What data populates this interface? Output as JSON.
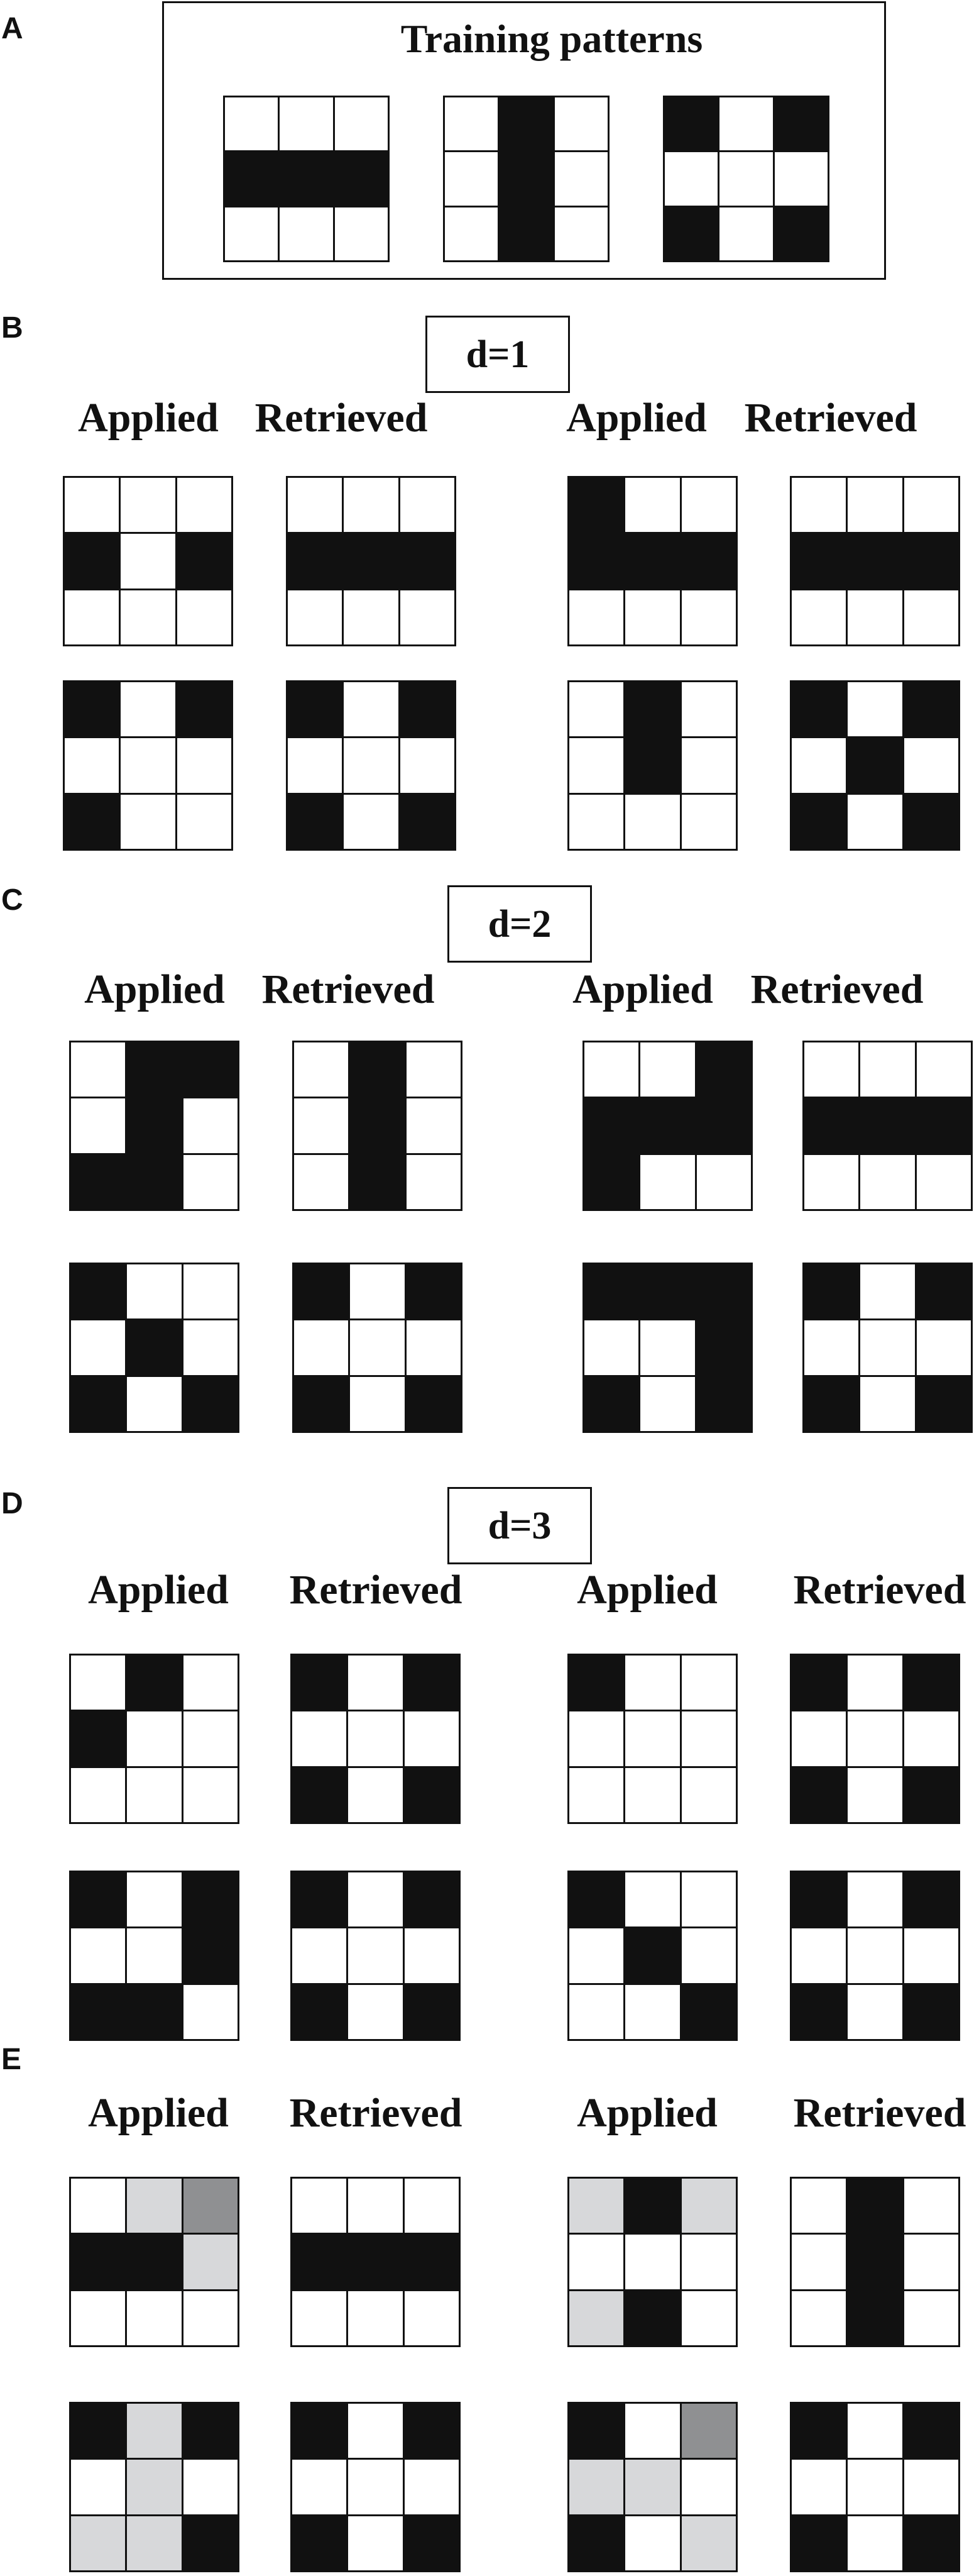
{
  "panels": {
    "A": {
      "label": "A",
      "title": "Training patterns",
      "patterns": [
        [
          "W",
          "W",
          "W",
          "B",
          "B",
          "B",
          "W",
          "W",
          "W"
        ],
        [
          "W",
          "B",
          "W",
          "W",
          "B",
          "W",
          "W",
          "B",
          "W"
        ],
        [
          "B",
          "W",
          "B",
          "W",
          "W",
          "W",
          "B",
          "W",
          "B"
        ]
      ]
    },
    "B": {
      "label": "B",
      "distance": "d=1",
      "headers": [
        "Applied",
        "Retrieved",
        "Applied",
        "Retrieved"
      ],
      "rows": [
        [
          [
            "W",
            "W",
            "W",
            "B",
            "W",
            "B",
            "W",
            "W",
            "W"
          ],
          [
            "W",
            "W",
            "W",
            "B",
            "B",
            "B",
            "W",
            "W",
            "W"
          ],
          [
            "B",
            "W",
            "W",
            "B",
            "B",
            "B",
            "W",
            "W",
            "W"
          ],
          [
            "W",
            "W",
            "W",
            "B",
            "B",
            "B",
            "W",
            "W",
            "W"
          ]
        ],
        [
          [
            "B",
            "W",
            "B",
            "W",
            "W",
            "W",
            "B",
            "W",
            "W"
          ],
          [
            "B",
            "W",
            "B",
            "W",
            "W",
            "W",
            "B",
            "W",
            "B"
          ],
          [
            "W",
            "B",
            "W",
            "W",
            "B",
            "W",
            "W",
            "W",
            "W"
          ],
          [
            "B",
            "W",
            "B",
            "W",
            "B",
            "W",
            "B",
            "W",
            "B"
          ]
        ]
      ]
    },
    "C": {
      "label": "C",
      "distance": "d=2",
      "headers": [
        "Applied",
        "Retrieved",
        "Applied",
        "Retrieved"
      ],
      "rows": [
        [
          [
            "W",
            "B",
            "B",
            "W",
            "B",
            "W",
            "B",
            "B",
            "W"
          ],
          [
            "W",
            "B",
            "W",
            "W",
            "B",
            "W",
            "W",
            "B",
            "W"
          ],
          [
            "W",
            "W",
            "B",
            "B",
            "B",
            "B",
            "B",
            "W",
            "W"
          ],
          [
            "W",
            "W",
            "W",
            "B",
            "B",
            "B",
            "W",
            "W",
            "W"
          ]
        ],
        [
          [
            "B",
            "W",
            "W",
            "W",
            "B",
            "W",
            "B",
            "W",
            "B"
          ],
          [
            "B",
            "W",
            "B",
            "W",
            "W",
            "W",
            "B",
            "W",
            "B"
          ],
          [
            "B",
            "B",
            "B",
            "W",
            "W",
            "B",
            "B",
            "W",
            "B"
          ],
          [
            "B",
            "W",
            "B",
            "W",
            "W",
            "W",
            "B",
            "W",
            "B"
          ]
        ]
      ]
    },
    "D": {
      "label": "D",
      "distance": "d=3",
      "headers": [
        "Applied",
        "Retrieved",
        "Applied",
        "Retrieved"
      ],
      "rows": [
        [
          [
            "W",
            "B",
            "W",
            "B",
            "W",
            "W",
            "W",
            "W",
            "W"
          ],
          [
            "B",
            "W",
            "B",
            "W",
            "W",
            "W",
            "B",
            "W",
            "B"
          ],
          [
            "B",
            "W",
            "W",
            "W",
            "W",
            "W",
            "W",
            "W",
            "W"
          ],
          [
            "B",
            "W",
            "B",
            "W",
            "W",
            "W",
            "B",
            "W",
            "B"
          ]
        ],
        [
          [
            "B",
            "W",
            "B",
            "W",
            "W",
            "B",
            "B",
            "B",
            "W"
          ],
          [
            "B",
            "W",
            "B",
            "W",
            "W",
            "W",
            "B",
            "W",
            "B"
          ],
          [
            "B",
            "W",
            "W",
            "W",
            "B",
            "W",
            "W",
            "W",
            "B"
          ],
          [
            "B",
            "W",
            "B",
            "W",
            "W",
            "W",
            "B",
            "W",
            "B"
          ]
        ]
      ]
    },
    "E": {
      "label": "E",
      "headers": [
        "Applied",
        "Retrieved",
        "Applied",
        "Retrieved"
      ],
      "rows": [
        [
          [
            "W",
            "L",
            "D",
            "B",
            "B",
            "L",
            "W",
            "W",
            "W"
          ],
          [
            "W",
            "W",
            "W",
            "B",
            "B",
            "B",
            "W",
            "W",
            "W"
          ],
          [
            "L",
            "B",
            "L",
            "W",
            "W",
            "W",
            "L",
            "B",
            "W"
          ],
          [
            "W",
            "B",
            "W",
            "W",
            "B",
            "W",
            "W",
            "B",
            "W"
          ]
        ],
        [
          [
            "B",
            "L",
            "B",
            "W",
            "L",
            "W",
            "L",
            "L",
            "B"
          ],
          [
            "B",
            "W",
            "B",
            "W",
            "W",
            "W",
            "B",
            "W",
            "B"
          ],
          [
            "B",
            "W",
            "D",
            "L",
            "L",
            "W",
            "B",
            "W",
            "L"
          ],
          [
            "B",
            "W",
            "B",
            "W",
            "W",
            "W",
            "B",
            "W",
            "B"
          ]
        ]
      ]
    }
  },
  "colors": {
    "B": "#111111",
    "W": "#ffffff",
    "L": "#d7d8da",
    "D": "#8f9092",
    "border": "#111111"
  }
}
